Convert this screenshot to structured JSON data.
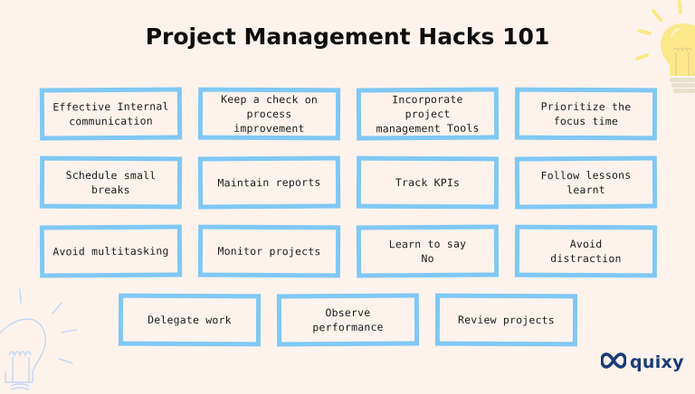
{
  "page": {
    "title": "Project Management Hacks 101"
  },
  "cards": [
    {
      "label": "Effective Internal\ncommunication"
    },
    {
      "label": "Keep a check on\nprocess improvement"
    },
    {
      "label": "Incorporate project\nmanagement Tools"
    },
    {
      "label": "Prioritize the\nfocus time"
    },
    {
      "label": "Schedule small\nbreaks"
    },
    {
      "label": "Maintain reports"
    },
    {
      "label": "Track KPIs"
    },
    {
      "label": "Follow lessons\nlearnt"
    },
    {
      "label": "Avoid multitasking"
    },
    {
      "label": "Monitor projects"
    },
    {
      "label": "Learn to say\nNo"
    },
    {
      "label": "Avoid\ndistraction"
    },
    {
      "label": "Delegate work"
    },
    {
      "label": "Observe\nperformance"
    },
    {
      "label": "Review projects"
    }
  ],
  "brand": {
    "name": "quixy",
    "logo_icon": "infinity-loop-icon"
  },
  "colors": {
    "background": "#fdf3ec",
    "card_border": "#80c8f5",
    "brand": "#1b3b7a",
    "bulb_yellow": "#fbe88a",
    "bulb_outline": "#c5d8f5"
  },
  "decorations": {
    "top_right": "lightbulb-icon",
    "bottom_left": "lightbulb-outline-icon"
  }
}
